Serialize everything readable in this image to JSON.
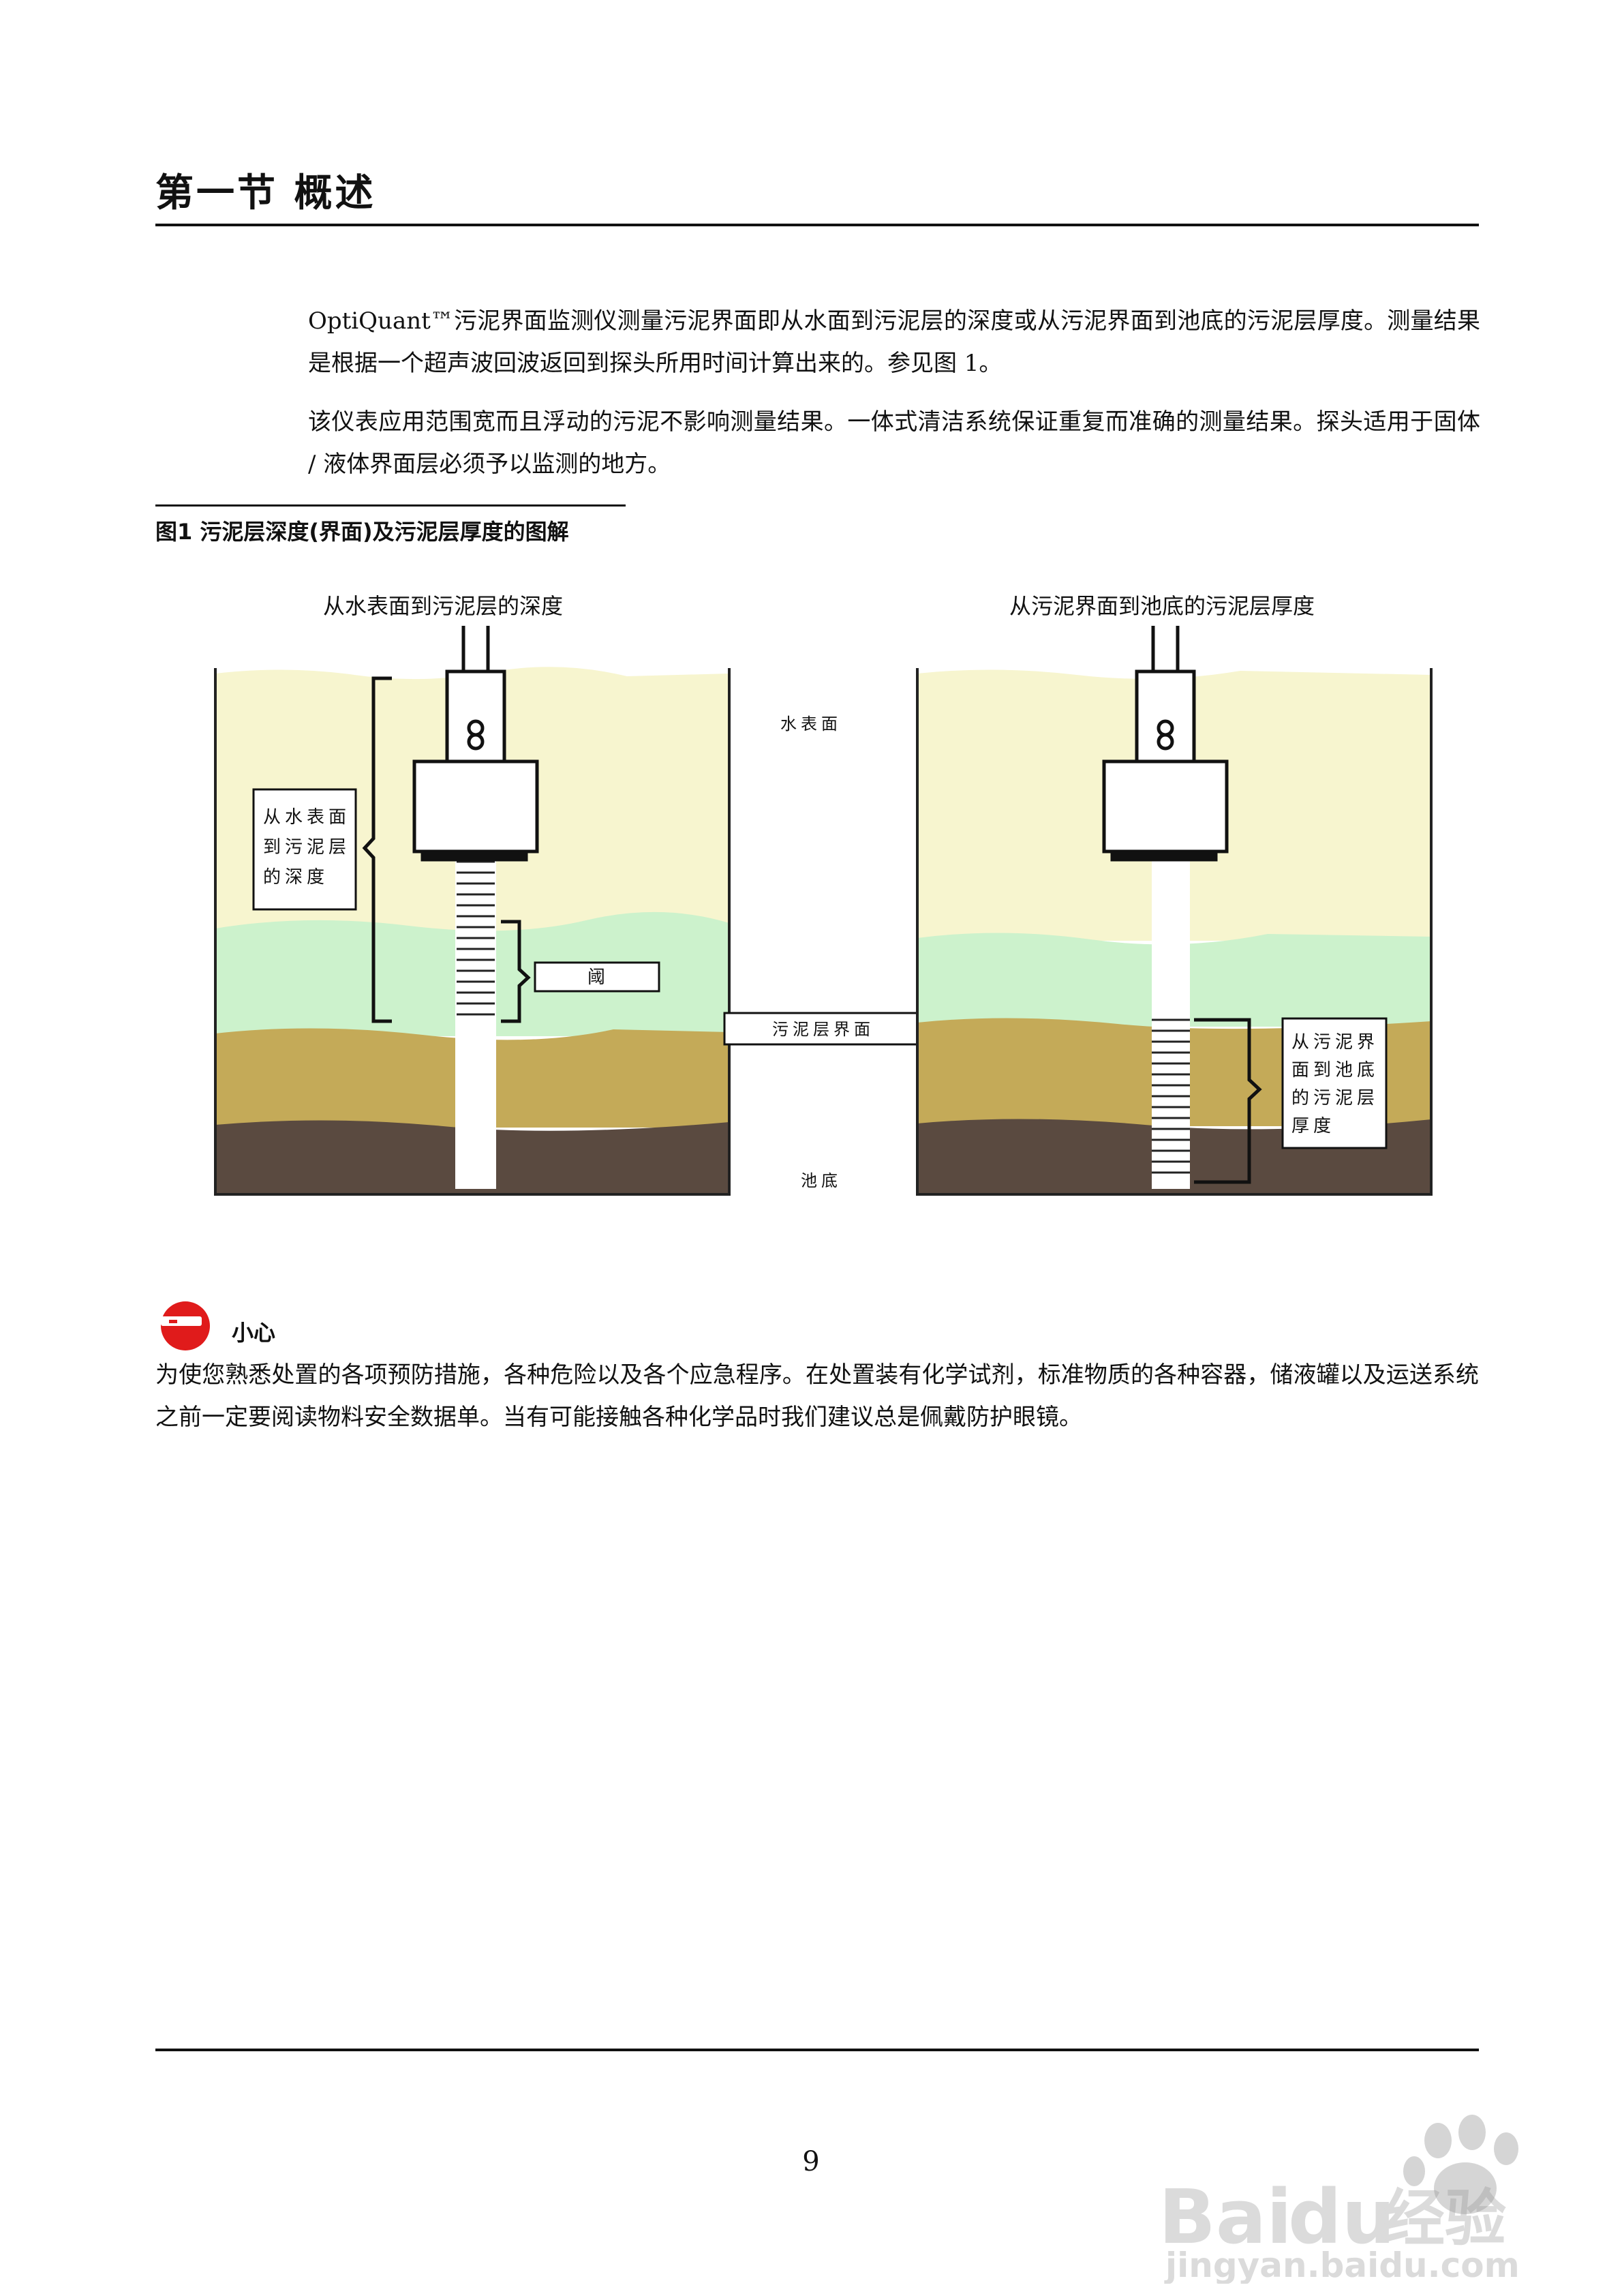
{
  "section": {
    "title": "第一节   概述"
  },
  "paragraphs": [
    "OptiQuant™污泥界面监测仪测量污泥界面即从水面到污泥层的深度或从污泥界面到池底的污泥层厚度。测量结果是根据一个超声波回波返回到探头所用时间计算出来的。参见图 1。",
    "该仪表应用范围宽而且浮动的污泥不影响测量结果。一体式清洁系统保证重复而准确的测量结果。探头适用于固体 / 液体界面层必须予以监测的地方。"
  ],
  "figure": {
    "caption": "图1  污泥层深度(界面)及污泥层厚度的图解",
    "left_title": "从水表面到污泥层的深度",
    "right_title": "从污泥界面到池底的污泥层厚度",
    "labels": {
      "water_surface": "水表面",
      "tank_bottom": "池底",
      "sludge_interface": "污泥层界面",
      "threshold": "阈",
      "depth_box": [
        "从水表面",
        "到污泥层",
        "的深度"
      ],
      "thickness_box": [
        "从污泥界",
        "面到池底",
        "的污泥层",
        "厚度"
      ]
    },
    "colors": {
      "water": "#f7f5cf",
      "sludge_light": "#ccf2cc",
      "sludge_dense": "#c4aa58",
      "bottom": "#5a4a40"
    }
  },
  "caution": {
    "label": "小心",
    "text": "为使您熟悉处置的各项预防措施，各种危险以及各个应急程序。在处置装有化学试剂，标准物质的各种容器，储液罐以及运送系统之前一定要阅读物料安全数据单。当有可能接触各种化学品时我们建议总是佩戴防护眼镜。",
    "icon": "safety-goggles-icon"
  },
  "footer": {
    "page_number": "9"
  },
  "watermark": {
    "brand": "Bai",
    "brand2": "du",
    "cn": "经验",
    "url": "jingyan.baidu.com"
  }
}
